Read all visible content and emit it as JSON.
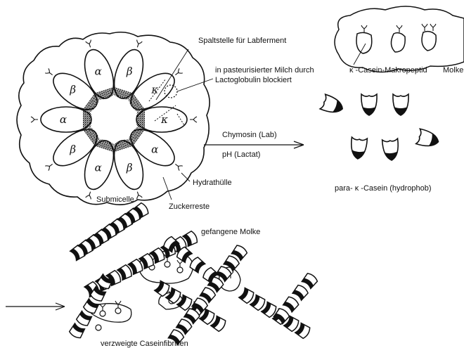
{
  "labels": {
    "cleavage_site": "Spaltstelle für Labferment",
    "blocked_line1": "in pasteurisierter Milch durch",
    "blocked_line2": "Lactoglobulin blockiert",
    "kappa_casein_macropeptide": "κ -Casein-Makropeptid",
    "whey": "Molke",
    "chymosin": "Chymosin (Lab)",
    "ph": "pH (Lactat)",
    "para_kappa_casein": "para- κ -Casein (hydrophob)",
    "hydration_shell": "Hydrathülle",
    "submicelle": "Submicelle",
    "sugar_residues": "Zuckerreste",
    "trapped_whey": "gefangene Molke",
    "branched_fibrils": "verzweigte Caseinfibrillen"
  },
  "micelle_segments": [
    "β",
    "κ",
    "κ",
    "α",
    "β",
    "α",
    "β",
    "α",
    "β",
    "α"
  ]
}
